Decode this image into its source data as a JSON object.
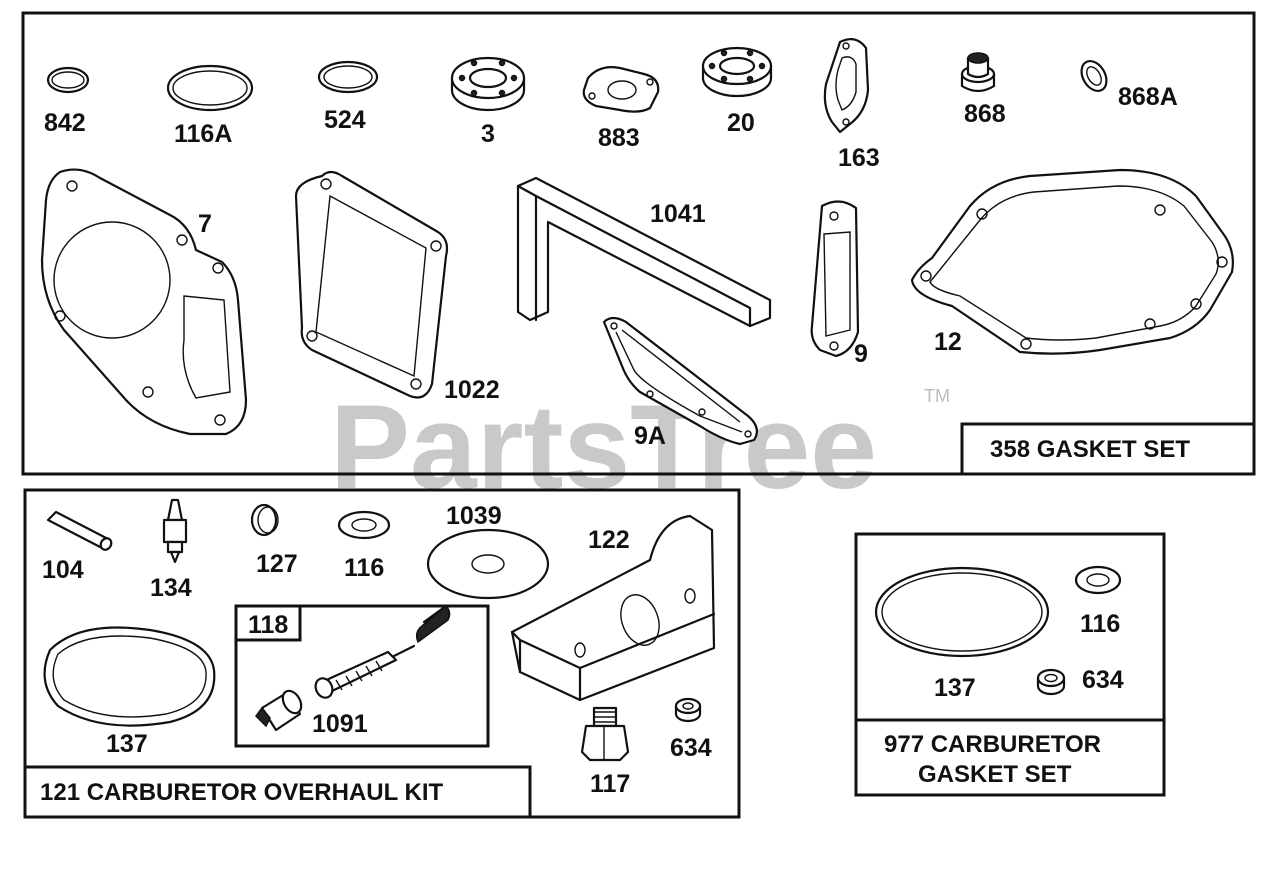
{
  "watermark": {
    "brand": "PartsTree",
    "trademark": "TM"
  },
  "panels": {
    "gasket_set": {
      "kit_label": "358 GASKET SET",
      "parts": [
        "842",
        "116A",
        "524",
        "3",
        "883",
        "20",
        "163",
        "868",
        "868A",
        "7",
        "1022",
        "1041",
        "9",
        "9A",
        "12"
      ]
    },
    "carburetor_overhaul_kit": {
      "kit_label": "121 CARBURETOR OVERHAUL KIT",
      "parts": [
        "104",
        "134",
        "127",
        "116",
        "1039",
        "122",
        "137",
        "117",
        "634"
      ],
      "sub_kit": {
        "label": "118",
        "parts": [
          "1091"
        ]
      }
    },
    "carburetor_gasket_set": {
      "kit_label_lines": [
        "977 CARBURETOR",
        "GASKET SET"
      ],
      "parts": [
        "137",
        "116",
        "634"
      ]
    }
  },
  "colors": {
    "line": "#111111",
    "watermark": "#c9c9c9",
    "background": "#ffffff"
  }
}
